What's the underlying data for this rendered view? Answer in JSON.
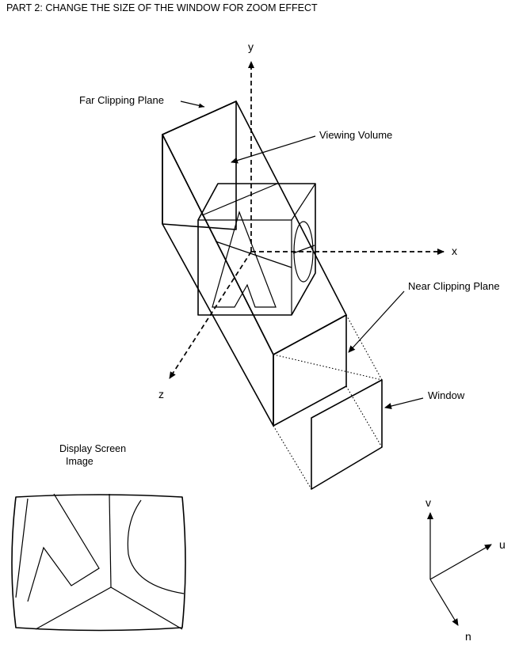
{
  "title": "PART 2: CHANGE THE SIZE OF THE WINDOW FOR ZOOM EFFECT",
  "labels": {
    "far_clipping_plane": "Far Clipping Plane",
    "viewing_volume": "Viewing Volume",
    "near_clipping_plane": "Near Clipping Plane",
    "window": "Window",
    "display_screen_line1": "Display Screen",
    "display_screen_line2": "Image"
  },
  "world_axes": {
    "x": "x",
    "y": "y",
    "z": "z"
  },
  "view_axes": {
    "u": "u",
    "v": "v",
    "n": "n"
  }
}
